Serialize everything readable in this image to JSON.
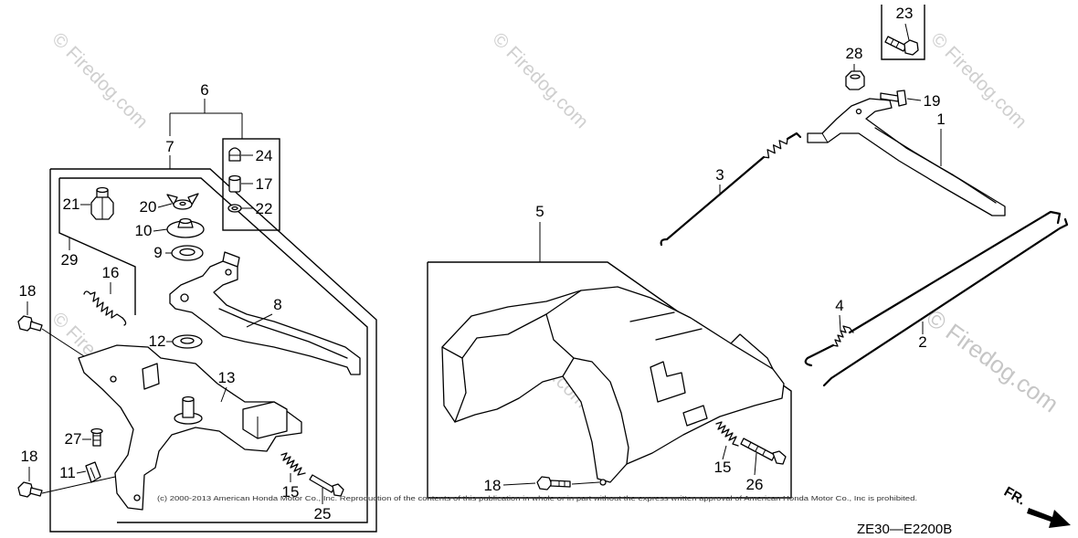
{
  "watermark": {
    "text": "© Firedog.com",
    "color": "#cfcfcf"
  },
  "line_color": "#000000",
  "left_group": {
    "callouts": [
      "6",
      "7",
      "24",
      "17",
      "22",
      "21",
      "20",
      "10",
      "9",
      "29",
      "16",
      "18",
      "8",
      "12",
      "13",
      "27",
      "18",
      "11",
      "15",
      "25"
    ]
  },
  "center_group": {
    "callouts": [
      "5",
      "18",
      "15",
      "26"
    ]
  },
  "right_group": {
    "callouts": [
      "23",
      "28",
      "19",
      "1",
      "3",
      "4",
      "2"
    ]
  },
  "footer": {
    "copyright": "(c) 2000-2013 American Honda Motor Co., Inc. Reproduction of the contents of this publication in whole or in part without the express written approval of American Honda Motor Co., Inc is prohibited.",
    "diagram_code": "ZE30—E2200B",
    "direction_label": "FR."
  }
}
